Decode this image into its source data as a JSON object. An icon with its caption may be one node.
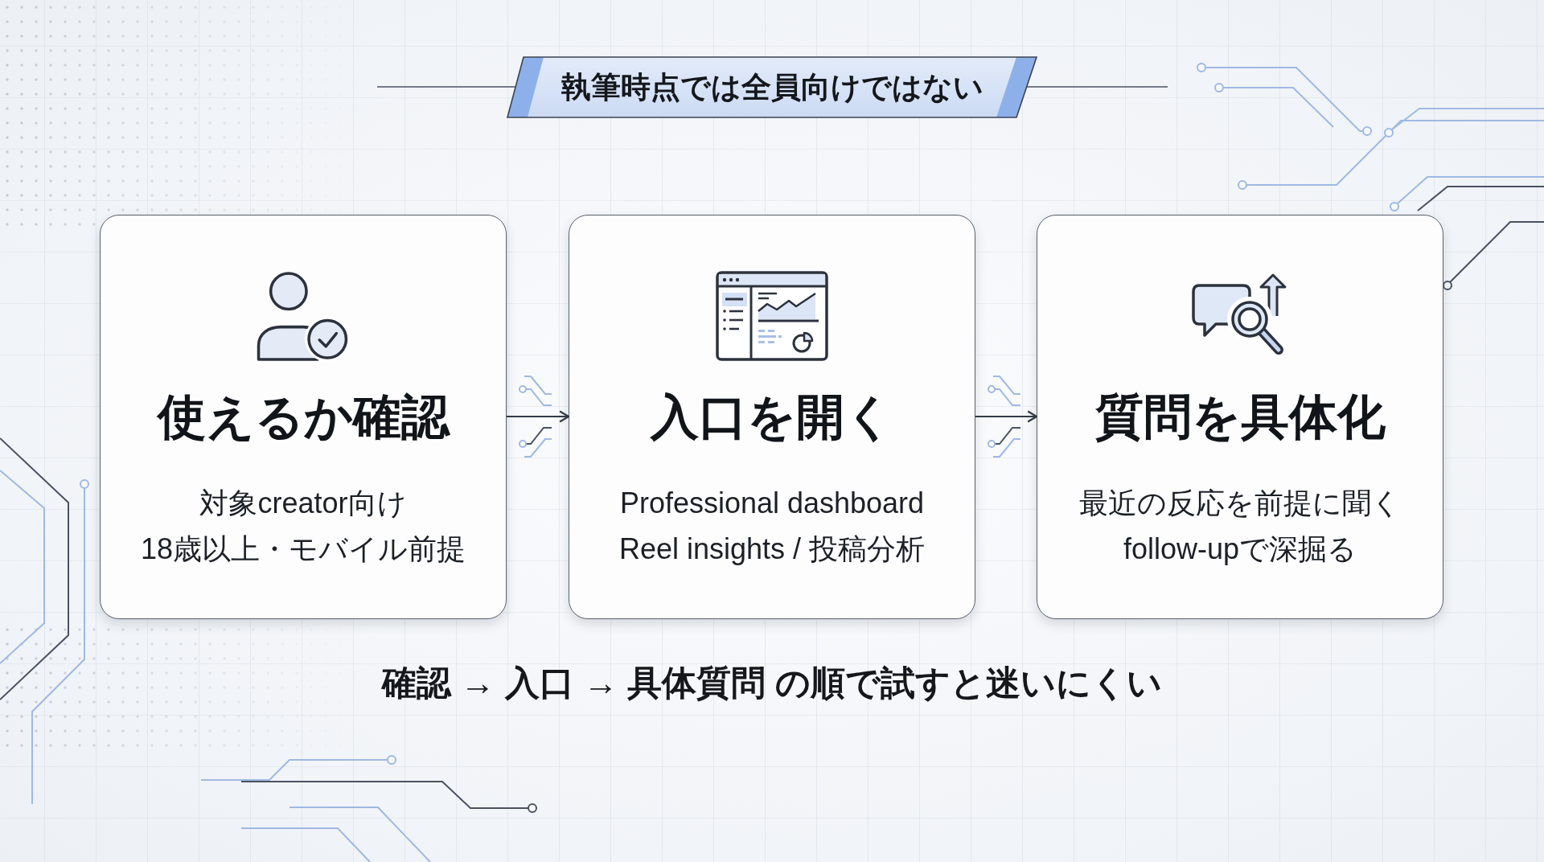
{
  "diagram": {
    "title": "執筆時点では全員向けではない",
    "nodes": [
      {
        "text": [
          "使えるか確認",
          "対象creator向け",
          "18歳以上・モバイル前提"
        ]
      },
      {
        "text": [
          "入口を開く",
          "Professional dashboard",
          "Reel insights / 投稿分析"
        ]
      },
      {
        "text": [
          "質問を具体化",
          "最近の反応を前提に聞く",
          "follow-upで深掘る"
        ]
      }
    ],
    "edges": [
      {
        "from": 0,
        "to": 1,
        "arrow": "to"
      },
      {
        "from": 1,
        "to": 2,
        "arrow": "to"
      }
    ],
    "caption": "確認 → 入口 → 具体質問 の順で試すと迷いにくい"
  }
}
